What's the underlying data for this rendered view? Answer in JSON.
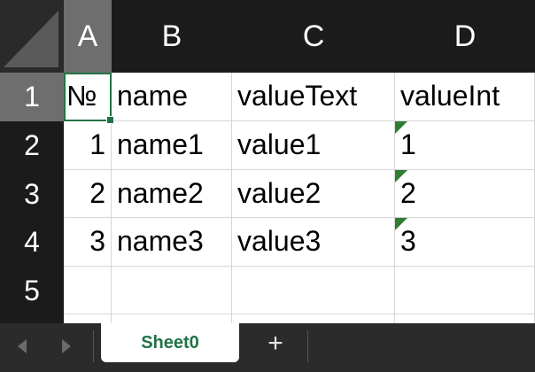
{
  "columns": [
    "A",
    "B",
    "C",
    "D"
  ],
  "rows": [
    "1",
    "2",
    "3",
    "4",
    "5"
  ],
  "cells": {
    "A1": "№",
    "B1": "name",
    "C1": "valueText",
    "D1": "valueInt",
    "A2": "1",
    "B2": "name1",
    "C2": "value1",
    "D2": "1",
    "A3": "2",
    "B3": "name2",
    "C3": "value2",
    "D3": "2",
    "A4": "3",
    "B4": "name3",
    "C4": "value3",
    "D4": "3"
  },
  "selected_cell": "A1",
  "sheets": [
    "Sheet0"
  ],
  "icons": {
    "add_sheet": "+",
    "nav_prev": "triangle-left",
    "nav_next": "triangle-right"
  },
  "colors": {
    "accent": "#217346",
    "header_bg": "#1b1b1b",
    "selected_header_bg": "#6e6e6e"
  }
}
